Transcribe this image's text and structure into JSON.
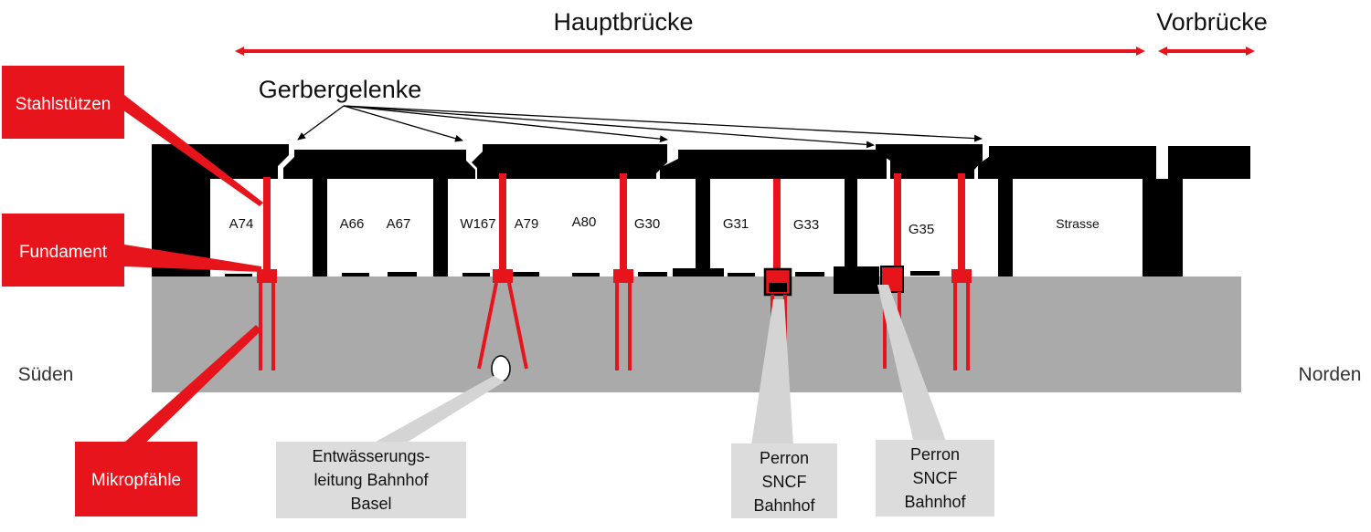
{
  "header": {
    "main_bridge": "Hauptbrücke",
    "approach_bridge": "Vorbrücke",
    "joints": "Gerbergelenke"
  },
  "legend": {
    "steel_columns": "Stahlstützen",
    "foundation": "Fundament",
    "micropiles": "Mikropfähle"
  },
  "directions": {
    "south": "Süden",
    "north": "Norden"
  },
  "track_labels": [
    "A74",
    "A66",
    "A67",
    "W167",
    "A79",
    "A80",
    "G30",
    "G31",
    "G33",
    "G35",
    "Strasse"
  ],
  "callouts": {
    "drainage": [
      "Entwässerungs-",
      "leitung Bahnhof",
      "Basel"
    ],
    "platform_1": [
      "Perron",
      "SNCF",
      "Bahnhof"
    ],
    "platform_2": [
      "Perron",
      "SNCF",
      "Bahnhof"
    ]
  },
  "colors": {
    "accent_red": "#ff1a1a",
    "structure": "#000000",
    "ground": "#aaaaaa",
    "callout_gray": "#dcdcdc"
  }
}
